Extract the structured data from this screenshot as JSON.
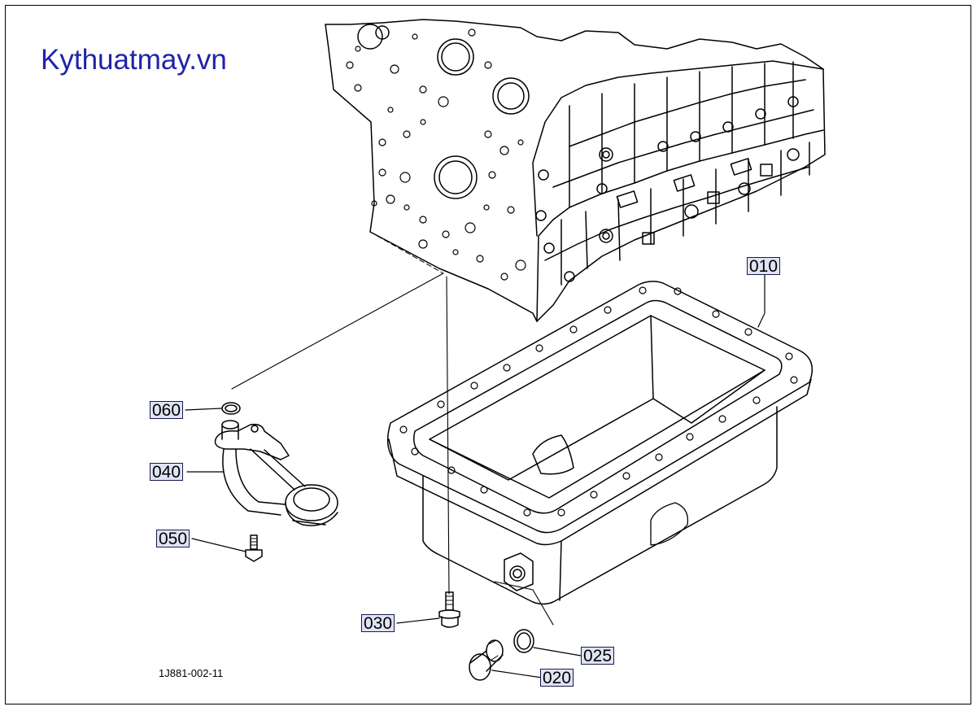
{
  "watermark": {
    "text": "Kythuatmay.vn",
    "color": "#1f24a8"
  },
  "drawing_number": "1J881-002-11",
  "callouts": {
    "oil_pan": "010",
    "drain_plug": "020",
    "gasket": "025",
    "pan_bolt": "030",
    "oil_strainer": "040",
    "strainer_bolt": "050",
    "o_ring": "060"
  },
  "colors": {
    "line": "#000000",
    "callout_fill": "#dfe3f4",
    "background": "#ffffff"
  }
}
